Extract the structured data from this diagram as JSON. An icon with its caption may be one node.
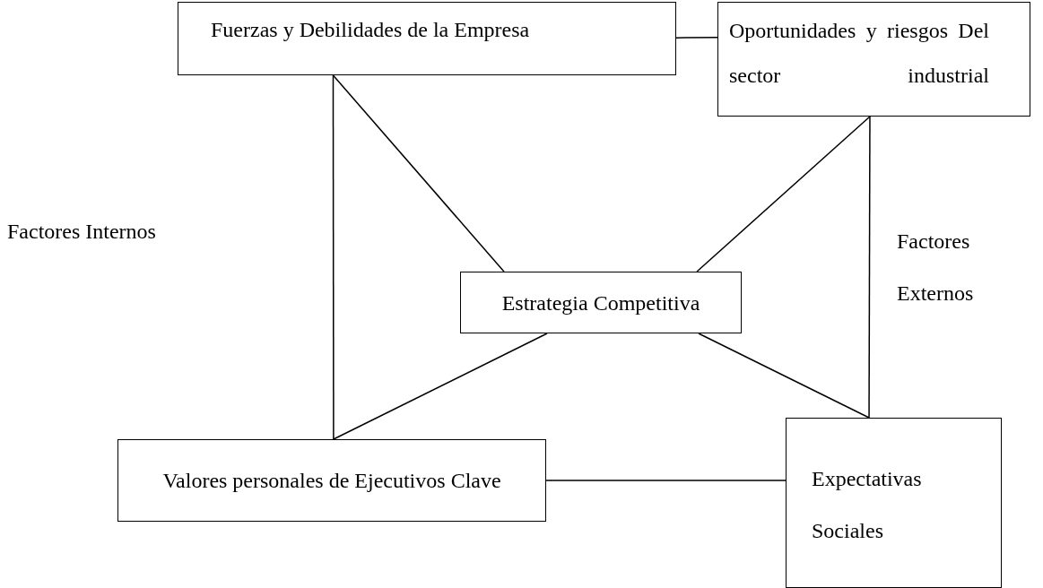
{
  "diagram": {
    "nodes": [
      {
        "text": [
          "Fuerzas y Debilidades de la Empresa"
        ]
      },
      {
        "text": [
          "Oportunidades y riesgos Del sector industrial"
        ]
      },
      {
        "text": [
          "Estrategia Competitiva"
        ]
      },
      {
        "text": [
          "Valores personales de Ejecutivos Clave"
        ]
      },
      {
        "text": [
          "Expectativas Sociales"
        ]
      }
    ],
    "edges": [
      {
        "from": 0,
        "to": 1,
        "arrow": "none"
      },
      {
        "from": 0,
        "to": 2,
        "arrow": "none"
      },
      {
        "from": 0,
        "to": 3,
        "arrow": "none"
      },
      {
        "from": 1,
        "to": 2,
        "arrow": "none"
      },
      {
        "from": 1,
        "to": 4,
        "arrow": "none"
      },
      {
        "from": 2,
        "to": 3,
        "arrow": "none"
      },
      {
        "from": 2,
        "to": 4,
        "arrow": "none"
      },
      {
        "from": 3,
        "to": 4,
        "arrow": "none"
      }
    ],
    "labels": [
      "Factores Internos",
      "Factores Externos"
    ]
  }
}
